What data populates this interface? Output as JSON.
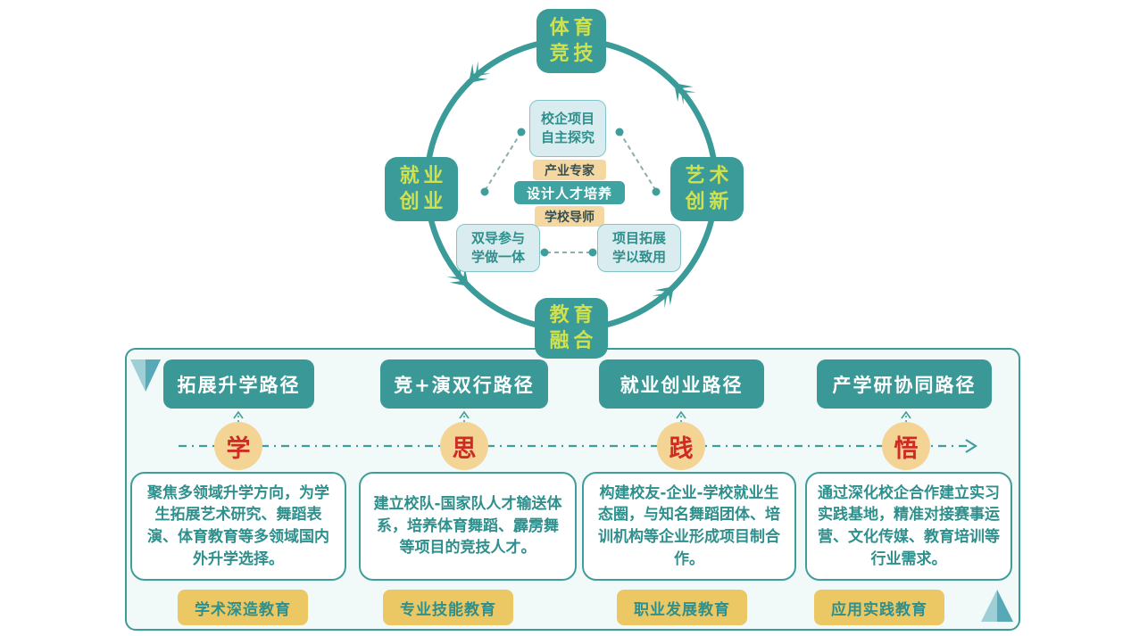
{
  "colors": {
    "teal": "#3b9b99",
    "teal_light_fill": "#d9edf0",
    "yellow_green_text": "#cfe14f",
    "tan": "#f5d7a2",
    "gold": "#ebc863",
    "stage_red": "#cf2b24",
    "panel_bg": "#f1f9f9"
  },
  "icons": {
    "cycle_arrows": "counterclockwise-arrowhead",
    "flow_line": "dash-dot-arrow-right",
    "column_pointer": "dashed-chevron-up",
    "corner_top_left": "triangle-down",
    "corner_bottom_right": "triangle-up"
  },
  "cycle": {
    "nodes": {
      "top": {
        "line1": "体育",
        "line2": "竞技"
      },
      "left": {
        "line1": "就业",
        "line2": "创业"
      },
      "right": {
        "line1": "艺术",
        "line2": "创新"
      },
      "bottom": {
        "line1": "教育",
        "line2": "融合"
      }
    },
    "inner": {
      "top": {
        "line1": "校企项目",
        "line2": "自主探究"
      },
      "industry_tag": "产业专家",
      "core": "设计人才培养",
      "school_tag": "学校导师",
      "bottom_left": {
        "line1": "双导参与",
        "line2": "学做一体"
      },
      "bottom_right": {
        "line1": "项目拓展",
        "line2": "学以致用"
      }
    }
  },
  "pathways": {
    "columns": [
      {
        "header": "拓展升学路径",
        "stage": "学",
        "description": "聚焦多领域升学方向，为学生拓展艺术研究、舞蹈表演、体育教育等多领域国内外升学选择。",
        "category": "学术深造教育"
      },
      {
        "header": "竞+演双行路径",
        "stage": "思",
        "description": "建立校队-国家队人才输送体系，培养体育舞蹈、霹雳舞等项目的竞技人才。",
        "category": "专业技能教育"
      },
      {
        "header": "就业创业路径",
        "stage": "践",
        "description": "构建校友-企业-学校就业生态圈，与知名舞蹈团体、培训机构等企业形成项目制合作。",
        "category": "职业发展教育"
      },
      {
        "header": "产学研协同路径",
        "stage": "悟",
        "description": "通过深化校企合作建立实习实践基地，精准对接赛事运营、文化传媒、教育培训等行业需求。",
        "category": "应用实践教育"
      }
    ]
  }
}
